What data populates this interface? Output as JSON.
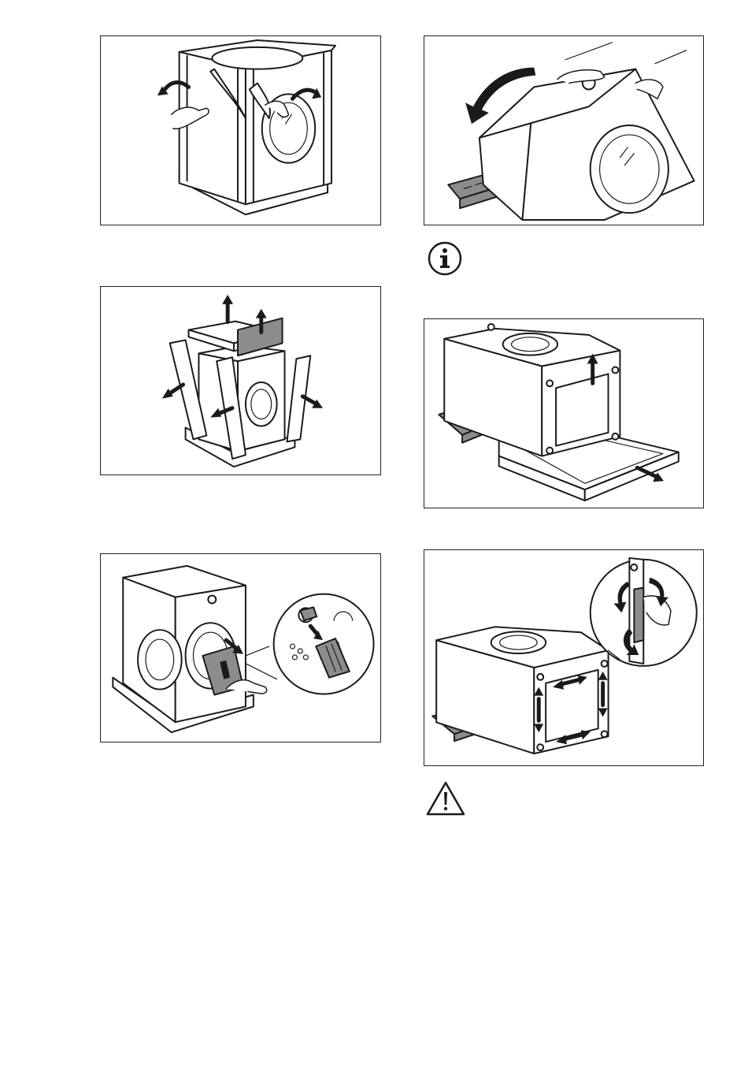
{
  "page": {
    "background": "#ffffff",
    "line_color": "#1a1a1a",
    "shade_color": "#8c8c8c"
  },
  "figures": [
    {
      "id": "fig1",
      "content": "remove-packaging-wrap"
    },
    {
      "id": "fig2",
      "content": "remove-top-and-corner-packaging"
    },
    {
      "id": "fig3",
      "content": "accessories-bag-in-drum"
    },
    {
      "id": "fig4",
      "content": "tilt-appliance-backwards"
    },
    {
      "id": "fig5",
      "content": "lift-off-base-packaging"
    },
    {
      "id": "fig6",
      "content": "remove-tape-from-back"
    }
  ],
  "icons": {
    "info": "info-icon",
    "warning": "warning-icon"
  }
}
